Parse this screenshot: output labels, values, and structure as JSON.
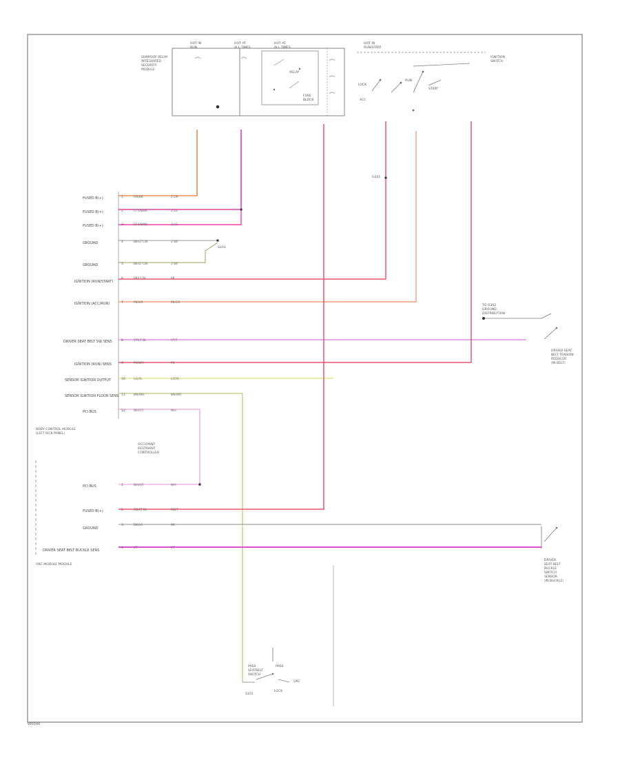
{
  "diagram": {
    "ref_code": "W0000",
    "upper_boxes": {
      "box1_caption": [
        "SUNROOF RELAY",
        "INTEGRATED",
        "SECURITY",
        "MODULE"
      ],
      "box1_head": [
        "HOT IN",
        "RUN"
      ],
      "box2_head": [
        "HOT AT",
        "ALL TIMES"
      ],
      "box3_head": [
        "HOT AT",
        "ALL TIMES"
      ],
      "box3_labels": [
        "FUSE",
        "BLOCK",
        "RELAY"
      ],
      "box4_head": [
        "HOT IN",
        "RUN/START"
      ],
      "ignition_switch_label": [
        "IGNITION",
        "SWITCH"
      ],
      "ign_positions": [
        "LOCK",
        "RUN",
        "ACC",
        "START"
      ]
    },
    "connector_pins": [
      {
        "label": "FUSED B(+)",
        "pin": "1",
        "color_code": "OR/BK",
        "wire": "2 OR"
      },
      {
        "label": "FUSED B(+)",
        "pin": "2",
        "color_code": "LT GN/BK",
        "wire": "2 LG"
      },
      {
        "label": "FUSED B(+)",
        "pin": "3",
        "color_code": "LT GN/BK",
        "wire": "2 LG"
      },
      {
        "label": "GROUND",
        "pin": "4",
        "color_code": "BK/LT GN",
        "wire": "2 BK"
      },
      {
        "label": "GROUND",
        "pin": "5",
        "color_code": "BK/LT GN",
        "wire": "2 BK"
      },
      {
        "label": "IGNITION (RUN/START)",
        "pin": "6",
        "color_code": "PK/LT BL",
        "wire": "PK"
      },
      {
        "label": "IGNITION (ACC/RUN)",
        "pin": "7",
        "color_code": "PK/OR",
        "wire": "PK/OR"
      },
      {
        "label": "DRIVER SEAT BELT SW SENS",
        "pin": "8",
        "color_code": "VT/LT BL",
        "wire": "VT/T"
      },
      {
        "label": "IGNITION (RUN) SENS",
        "pin": "9",
        "color_code": "PK/WH",
        "wire": "PK"
      },
      {
        "label": "SENSOR IGNITION OUTPUT",
        "pin": "10",
        "color_code": "LG/YL",
        "wire": "LG/YL"
      },
      {
        "label": "SENSOR IGNITION FLOOR SENS",
        "pin": "11",
        "color_code": "BN/WH",
        "wire": "BN/WH"
      },
      {
        "label": "PCI BUS",
        "pin": "12",
        "color_code": "WH/VT",
        "wire": "WH"
      }
    ],
    "lower_pins": [
      {
        "label": "PCI BUS",
        "pin": "1",
        "color_code": "WH/VT",
        "wire": "WH"
      },
      {
        "label": "FUSED B(+)",
        "pin": "2",
        "color_code": "RD/LT BL",
        "wire": "RD/T"
      },
      {
        "label": "GROUND",
        "pin": "3",
        "color_code": "BK/LG",
        "wire": "BK"
      },
      {
        "label": "DRIVER SEAT BELT BUCKLE SENS",
        "pin": "4",
        "color_code": "VT",
        "wire": "VT"
      }
    ],
    "splice_labels": [
      "S101",
      "G201",
      "S103"
    ],
    "module_labels": {
      "upper_module": [
        "BODY CONTROL MODULE",
        "(LEFT KICK PANEL)"
      ],
      "occupant_module": [
        "OCCUPANT",
        "RESTRAINT",
        "CONTROLLER"
      ],
      "lower_module": "ORC MODULE MODULE",
      "seatbelt_right": [
        "DRIVER SEAT",
        "BELT TENSION",
        "REDUCER",
        "(IN BELT)"
      ],
      "buckle_right": [
        "DRIVER",
        "SEAT BELT",
        "BUCKLE",
        "SWITCH",
        "SENSOR",
        "(IN BUCKLE)"
      ],
      "ground_right": [
        "TO G302",
        "GROUND",
        "DISTRIBUTION"
      ],
      "pass_switch": [
        "PASS",
        "SEATBELT",
        "SWITCH"
      ],
      "bottom_switch": [
        "PASS",
        "ORC",
        "LOCK"
      ]
    }
  }
}
